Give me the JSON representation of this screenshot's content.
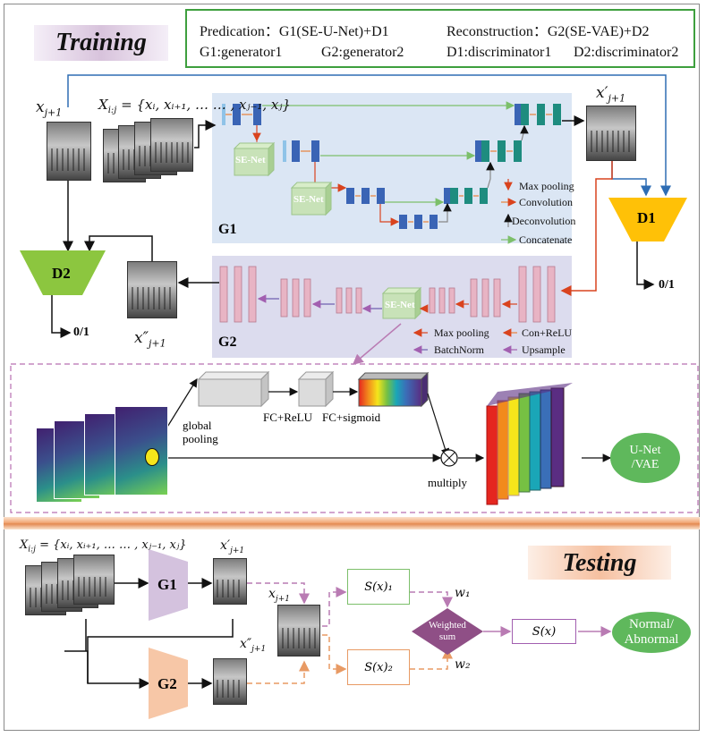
{
  "training": {
    "title": "Training"
  },
  "testing": {
    "title": "Testing"
  },
  "legend": {
    "prediction": "Predication：G1(SE-U-Net)+D1",
    "reconstruction": "Reconstruction：G2(SE-VAE)+D2",
    "g1": "G1:generator1",
    "g2": "G2:generator2",
    "d1": "D1:discriminator1",
    "d2": "D2:discriminator2"
  },
  "math": {
    "x_j1": "x",
    "x_j1_sub": "j+1",
    "X_ij": "X",
    "X_ij_sub": "i:j",
    "X_seq": " = {xᵢ, xᵢ₊₁, … … , xⱼ₋₁, xⱼ}",
    "x_prime": "x′",
    "x_dprime": "x″"
  },
  "g1": {
    "label": "G1",
    "se_net": "SE-Net",
    "legend": [
      "Max pooling",
      "Convolution",
      "Deconvolution",
      "Concatenate"
    ]
  },
  "g2": {
    "label": "G2",
    "se_net": "SE-Net",
    "legend": [
      "Max pooling",
      "Con+ReLU",
      "BatchNorm",
      "Upsample"
    ]
  },
  "discriminators": {
    "d1": "D1",
    "d2": "D2",
    "out": "0/1"
  },
  "se_detail": {
    "global_pooling": "global\npooling",
    "fc_relu": "FC+ReLU",
    "fc_sigmoid": "FC+sigmoid",
    "multiply": "multiply",
    "target": "U-Net\n/VAE"
  },
  "test": {
    "g1": "G1",
    "g2": "G2",
    "s1": "S(x)₁",
    "s2": "S(x)₂",
    "w1": "w₁",
    "w2": "w₂",
    "weighted": "Weighted\nsum",
    "s": "S(x)",
    "result": "Normal/\nAbnormal"
  },
  "colors": {
    "blue_panel": "#dbe6f4",
    "purple_panel": "#dcdcee",
    "d1": "#ffc107",
    "d2": "#8cc63f",
    "green": "#5fb85c",
    "g1_test": "#d4c2de",
    "g2_test": "#f7c7a7",
    "weighted": "#8f4f86"
  }
}
